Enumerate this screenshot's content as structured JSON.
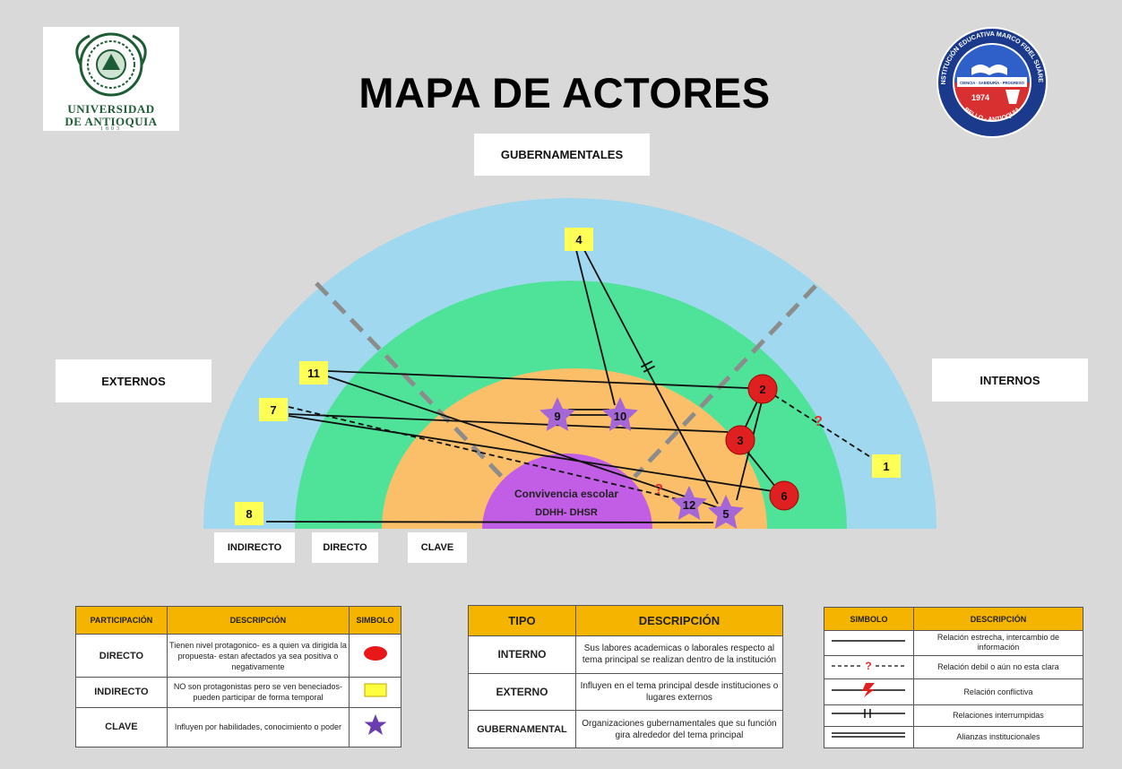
{
  "header": {
    "title": "MAPA DE ACTORES",
    "logo_left": {
      "line1": "UNIVERSIDAD",
      "line2": "DE ANTIOQUIA",
      "year": "1803"
    },
    "logo_right": {
      "ring_text": "INSTITUCIÓN EDUCATIVA MARCO FIDEL SUÁREZ",
      "motto": "CIENCIA - SABIDURÍA - PROGRESO",
      "year": "1974",
      "city": "BELLO - ANTIOQUIA"
    }
  },
  "diagram": {
    "section_labels": {
      "top": "GUBERNAMENTALES",
      "left": "EXTERNOS",
      "right": "INTERNOS"
    },
    "ring_labels": {
      "outer": "INDIRECTO",
      "middle": "DIRECTO",
      "inner": "CLAVE"
    },
    "center": {
      "line1": "Convivencia escolar",
      "line2": "DDHH- DHSR"
    },
    "colors": {
      "indirect_ring": "#9fd8ef",
      "direct_ring": "#4fe39a",
      "key_ring": "#fbbf6a",
      "center": "#c25de6",
      "circle_actor": "#e02020",
      "square_actor": "#ffff55",
      "star_actor": "#a566d6",
      "question_mark": "#e03030"
    },
    "actors": [
      {
        "id": "1",
        "shape": "square"
      },
      {
        "id": "2",
        "shape": "circle"
      },
      {
        "id": "3",
        "shape": "circle"
      },
      {
        "id": "4",
        "shape": "square"
      },
      {
        "id": "5",
        "shape": "star"
      },
      {
        "id": "6",
        "shape": "circle"
      },
      {
        "id": "7",
        "shape": "square"
      },
      {
        "id": "8",
        "shape": "square"
      },
      {
        "id": "9",
        "shape": "star"
      },
      {
        "id": "10",
        "shape": "star"
      },
      {
        "id": "11",
        "shape": "square"
      },
      {
        "id": "12",
        "shape": "star"
      }
    ],
    "relations": [
      {
        "from": "11",
        "to": "2",
        "type": "strong"
      },
      {
        "from": "11",
        "to": "5",
        "type": "strong"
      },
      {
        "from": "7",
        "to": "3",
        "type": "strong"
      },
      {
        "from": "7",
        "to": "6",
        "type": "strong"
      },
      {
        "from": "7",
        "to": "12",
        "type": "weak"
      },
      {
        "from": "2",
        "to": "1",
        "type": "weak"
      },
      {
        "from": "4",
        "to": "10",
        "type": "strong"
      },
      {
        "from": "4",
        "to": "5",
        "type": "interrupted"
      },
      {
        "from": "2",
        "to": "3",
        "type": "strong"
      },
      {
        "from": "3",
        "to": "6",
        "type": "strong"
      },
      {
        "from": "2",
        "to": "5",
        "type": "strong"
      },
      {
        "from": "8",
        "to": "5",
        "type": "strong"
      },
      {
        "from": "9",
        "to": "10",
        "type": "alliance"
      }
    ]
  },
  "legend_participation": {
    "headers": [
      "PARTICIPACIÓN",
      "DESCRIPCIÓN",
      "SIMBOLO"
    ],
    "rows": [
      {
        "name": "DIRECTO",
        "desc": "Tienen nivel protagonico- es a quien va dirigida la propuesta- estan afectados ya sea positiva o negativamente",
        "symbol": "red-circle-icon"
      },
      {
        "name": "INDIRECTO",
        "desc": "NO son protagonistas pero se ven beneciados- pueden participar de forma temporal",
        "symbol": "yellow-square-icon"
      },
      {
        "name": "CLAVE",
        "desc": "Influyen por habilidades, conocimiento o poder",
        "symbol": "purple-star-icon"
      }
    ]
  },
  "legend_type": {
    "headers": [
      "TIPO",
      "DESCRIPCIÓN"
    ],
    "rows": [
      {
        "name": "INTERNO",
        "desc": "Sus labores academicas o laborales respecto al tema principal se realizan dentro de la institución"
      },
      {
        "name": "EXTERNO",
        "desc": "Influyen en el tema principal desde instituciones o lugares externos"
      },
      {
        "name": "GUBERNAMENTAL",
        "desc": "Organizaciones gubernamentales que su función gira alrededor del tema principal"
      }
    ]
  },
  "legend_symbols": {
    "headers": [
      "SIMBOLO",
      "DESCRIPCIÓN"
    ],
    "rows": [
      {
        "symbol": "solid-line-icon",
        "desc": "Relación estrecha, intercambio de información"
      },
      {
        "symbol": "dashed-question-line-icon",
        "desc": "Relación debil o aún no esta clara"
      },
      {
        "symbol": "lightning-line-icon",
        "desc": "Relación conflictiva"
      },
      {
        "symbol": "interrupted-line-icon",
        "desc": "Relaciones interrumpidas"
      },
      {
        "symbol": "double-line-icon",
        "desc": "Alianzas institucionales"
      }
    ]
  }
}
